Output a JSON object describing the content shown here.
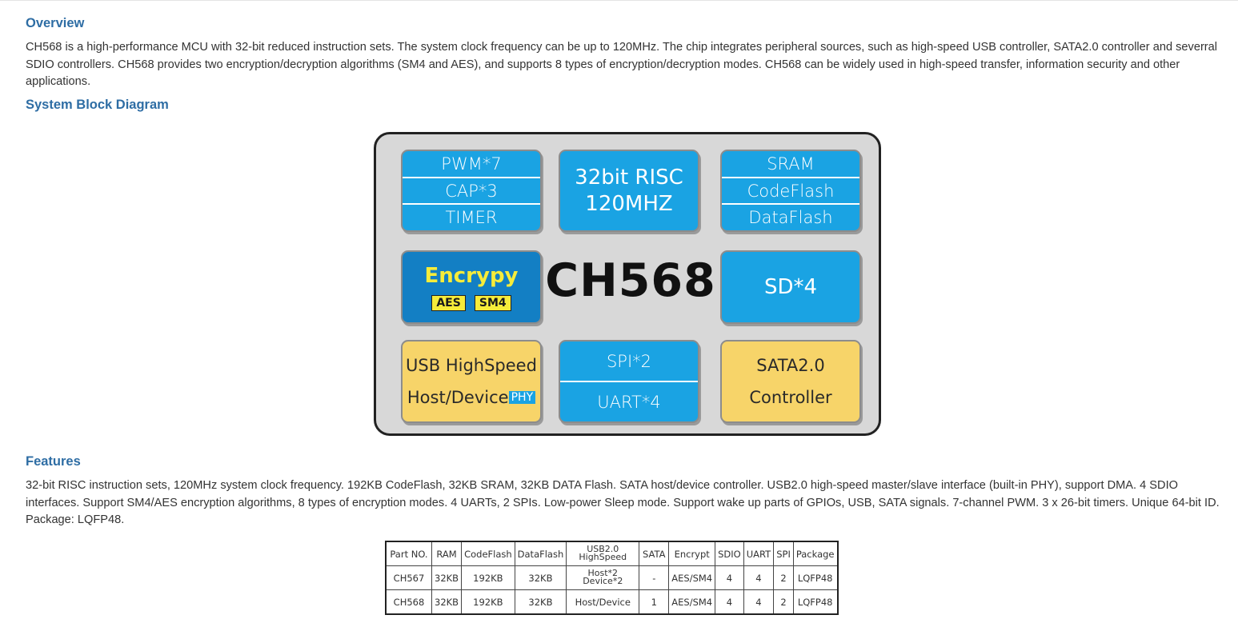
{
  "overview": {
    "heading": "Overview",
    "text": "CH568 is a high-performance MCU with 32-bit reduced instruction sets. The system clock frequency can be up to 120MHz. The chip integrates peripheral sources, such as high-speed USB controller, SATA2.0 controller and severral SDIO controllers. CH568 provides two encryption/decryption algorithms (SM4 and AES), and supports 8 types of encryption/decryption modes. CH568 can be widely used in high-speed transfer, information security and other applications."
  },
  "block_diagram": {
    "heading": "System Block Diagram",
    "chip": "CH568",
    "blocks": {
      "timers": [
        "PWM*7",
        "CAP*3",
        "TIMER"
      ],
      "cpu": [
        "32bit RISC",
        "120MHZ"
      ],
      "memory": [
        "SRAM",
        "CodeFlash",
        "DataFlash"
      ],
      "encrypt": {
        "title": "Encrypy",
        "tags": [
          "AES",
          "SM4"
        ]
      },
      "sd": "SD*4",
      "usb": {
        "line1": "USB HighSpeed",
        "line2": "Host/Device",
        "tag": "PHY"
      },
      "serial": [
        "SPI*2",
        "UART*4"
      ],
      "sata": [
        "SATA2.0",
        "Controller"
      ]
    },
    "colors": {
      "blue": "#1aa3e3",
      "dark_blue": "#137fc4",
      "yellow": "#f7d469",
      "body": "#d8d8d8"
    }
  },
  "features": {
    "heading": "Features",
    "text": "32-bit RISC instruction sets, 120MHz system clock frequency. 192KB CodeFlash, 32KB SRAM, 32KB DATA Flash. SATA host/device controller. USB2.0 high-speed master/slave interface (built-in PHY), support DMA. 4 SDIO interfaces. Support SM4/AES encryption algorithms, 8 types of encryption modes. 4 UARTs, 2 SPIs. Low-power Sleep mode. Support wake up parts of GPIOs, USB, SATA signals. 7-channel PWM. 3 x 26-bit timers. Unique 64-bit ID. Package: LQFP48."
  },
  "table": {
    "headers": [
      "Part NO.",
      "RAM",
      "CodeFlash",
      "DataFlash",
      "USB2.0 HighSpeed",
      "SATA",
      "Encrypt",
      "SDIO",
      "UART",
      "SPI",
      "Package"
    ],
    "usb_header": [
      "USB2.0",
      "HighSpeed"
    ],
    "rows": [
      {
        "part": "CH567",
        "ram": "32KB",
        "codeflash": "192KB",
        "dataflash": "32KB",
        "usb": [
          "Host*2",
          "Device*2"
        ],
        "sata": "-",
        "encrypt": "AES/SM4",
        "sdio": "4",
        "uart": "4",
        "spi": "2",
        "package": "LQFP48"
      },
      {
        "part": "CH568",
        "ram": "32KB",
        "codeflash": "192KB",
        "dataflash": "32KB",
        "usb": [
          "Host/Device"
        ],
        "sata": "1",
        "encrypt": "AES/SM4",
        "sdio": "4",
        "uart": "4",
        "spi": "2",
        "package": "LQFP48"
      }
    ]
  }
}
